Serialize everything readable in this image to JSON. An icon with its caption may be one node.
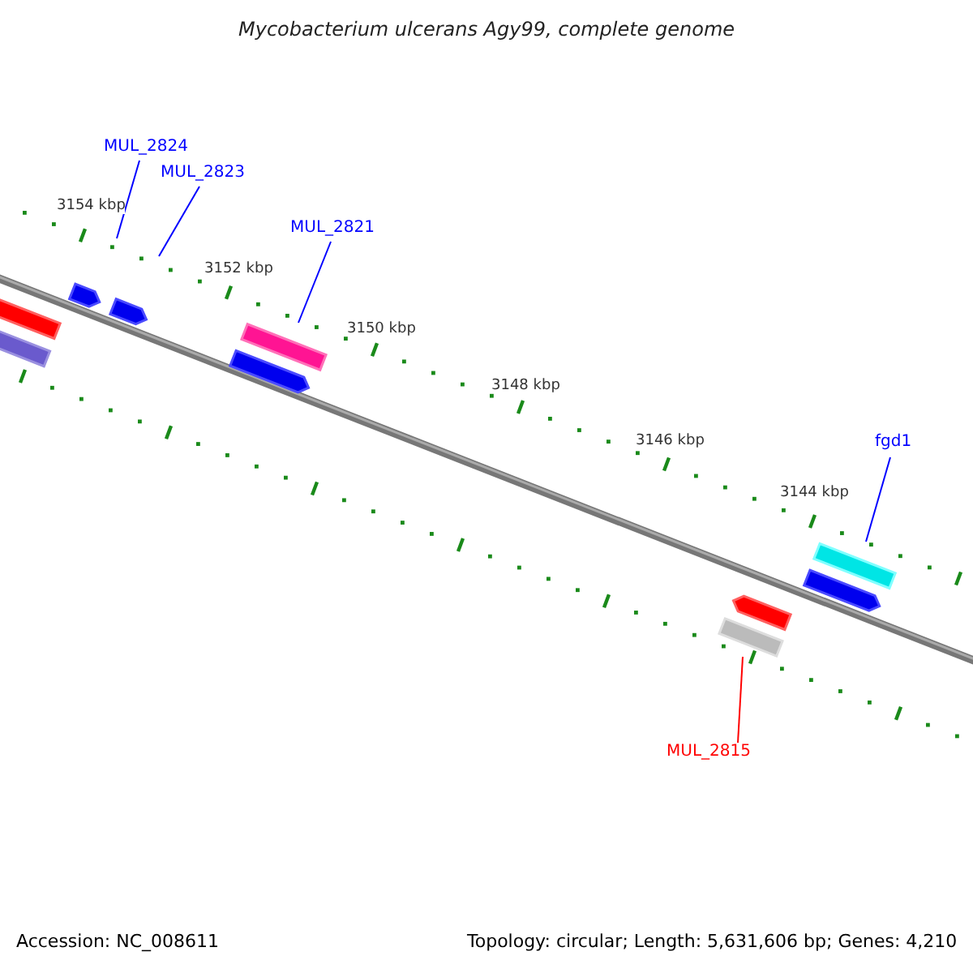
{
  "diagram": {
    "title": "Mycobacterium ulcerans Agy99, complete genome",
    "nodes": [
      {
        "text": [
          "MUL_2824"
        ]
      },
      {
        "text": [
          "MUL_2823"
        ]
      },
      {
        "text": [
          "MUL_2821"
        ]
      },
      {
        "text": [],
        "shape": "bar"
      },
      {
        "text": [],
        "shape": "bar"
      },
      {
        "text": [],
        "shape": "bar"
      },
      {
        "text": [
          "fgd1"
        ]
      },
      {
        "text": [],
        "shape": "bar"
      },
      {
        "text": [],
        "shape": "bar"
      },
      {
        "text": [
          "MUL_2815"
        ]
      }
    ],
    "edges": [
      {
        "from": 0,
        "to": 3,
        "arrow": "none"
      },
      {
        "from": 1,
        "to": 4,
        "arrow": "none"
      },
      {
        "from": 2,
        "to": 5,
        "arrow": "none"
      },
      {
        "from": 6,
        "to": 7,
        "arrow": "none"
      },
      {
        "from": 9,
        "to": 8,
        "arrow": "none",
        "color": "#ff0000"
      }
    ],
    "labels": [
      "3154 kbp",
      "3152 kbp",
      "3150 kbp",
      "3148 kbp",
      "3146 kbp",
      "3144 kbp",
      "Accession: NC_008611",
      "Topology: circular; Length: 5,631,606 bp; Genes: 4,210"
    ]
  }
}
